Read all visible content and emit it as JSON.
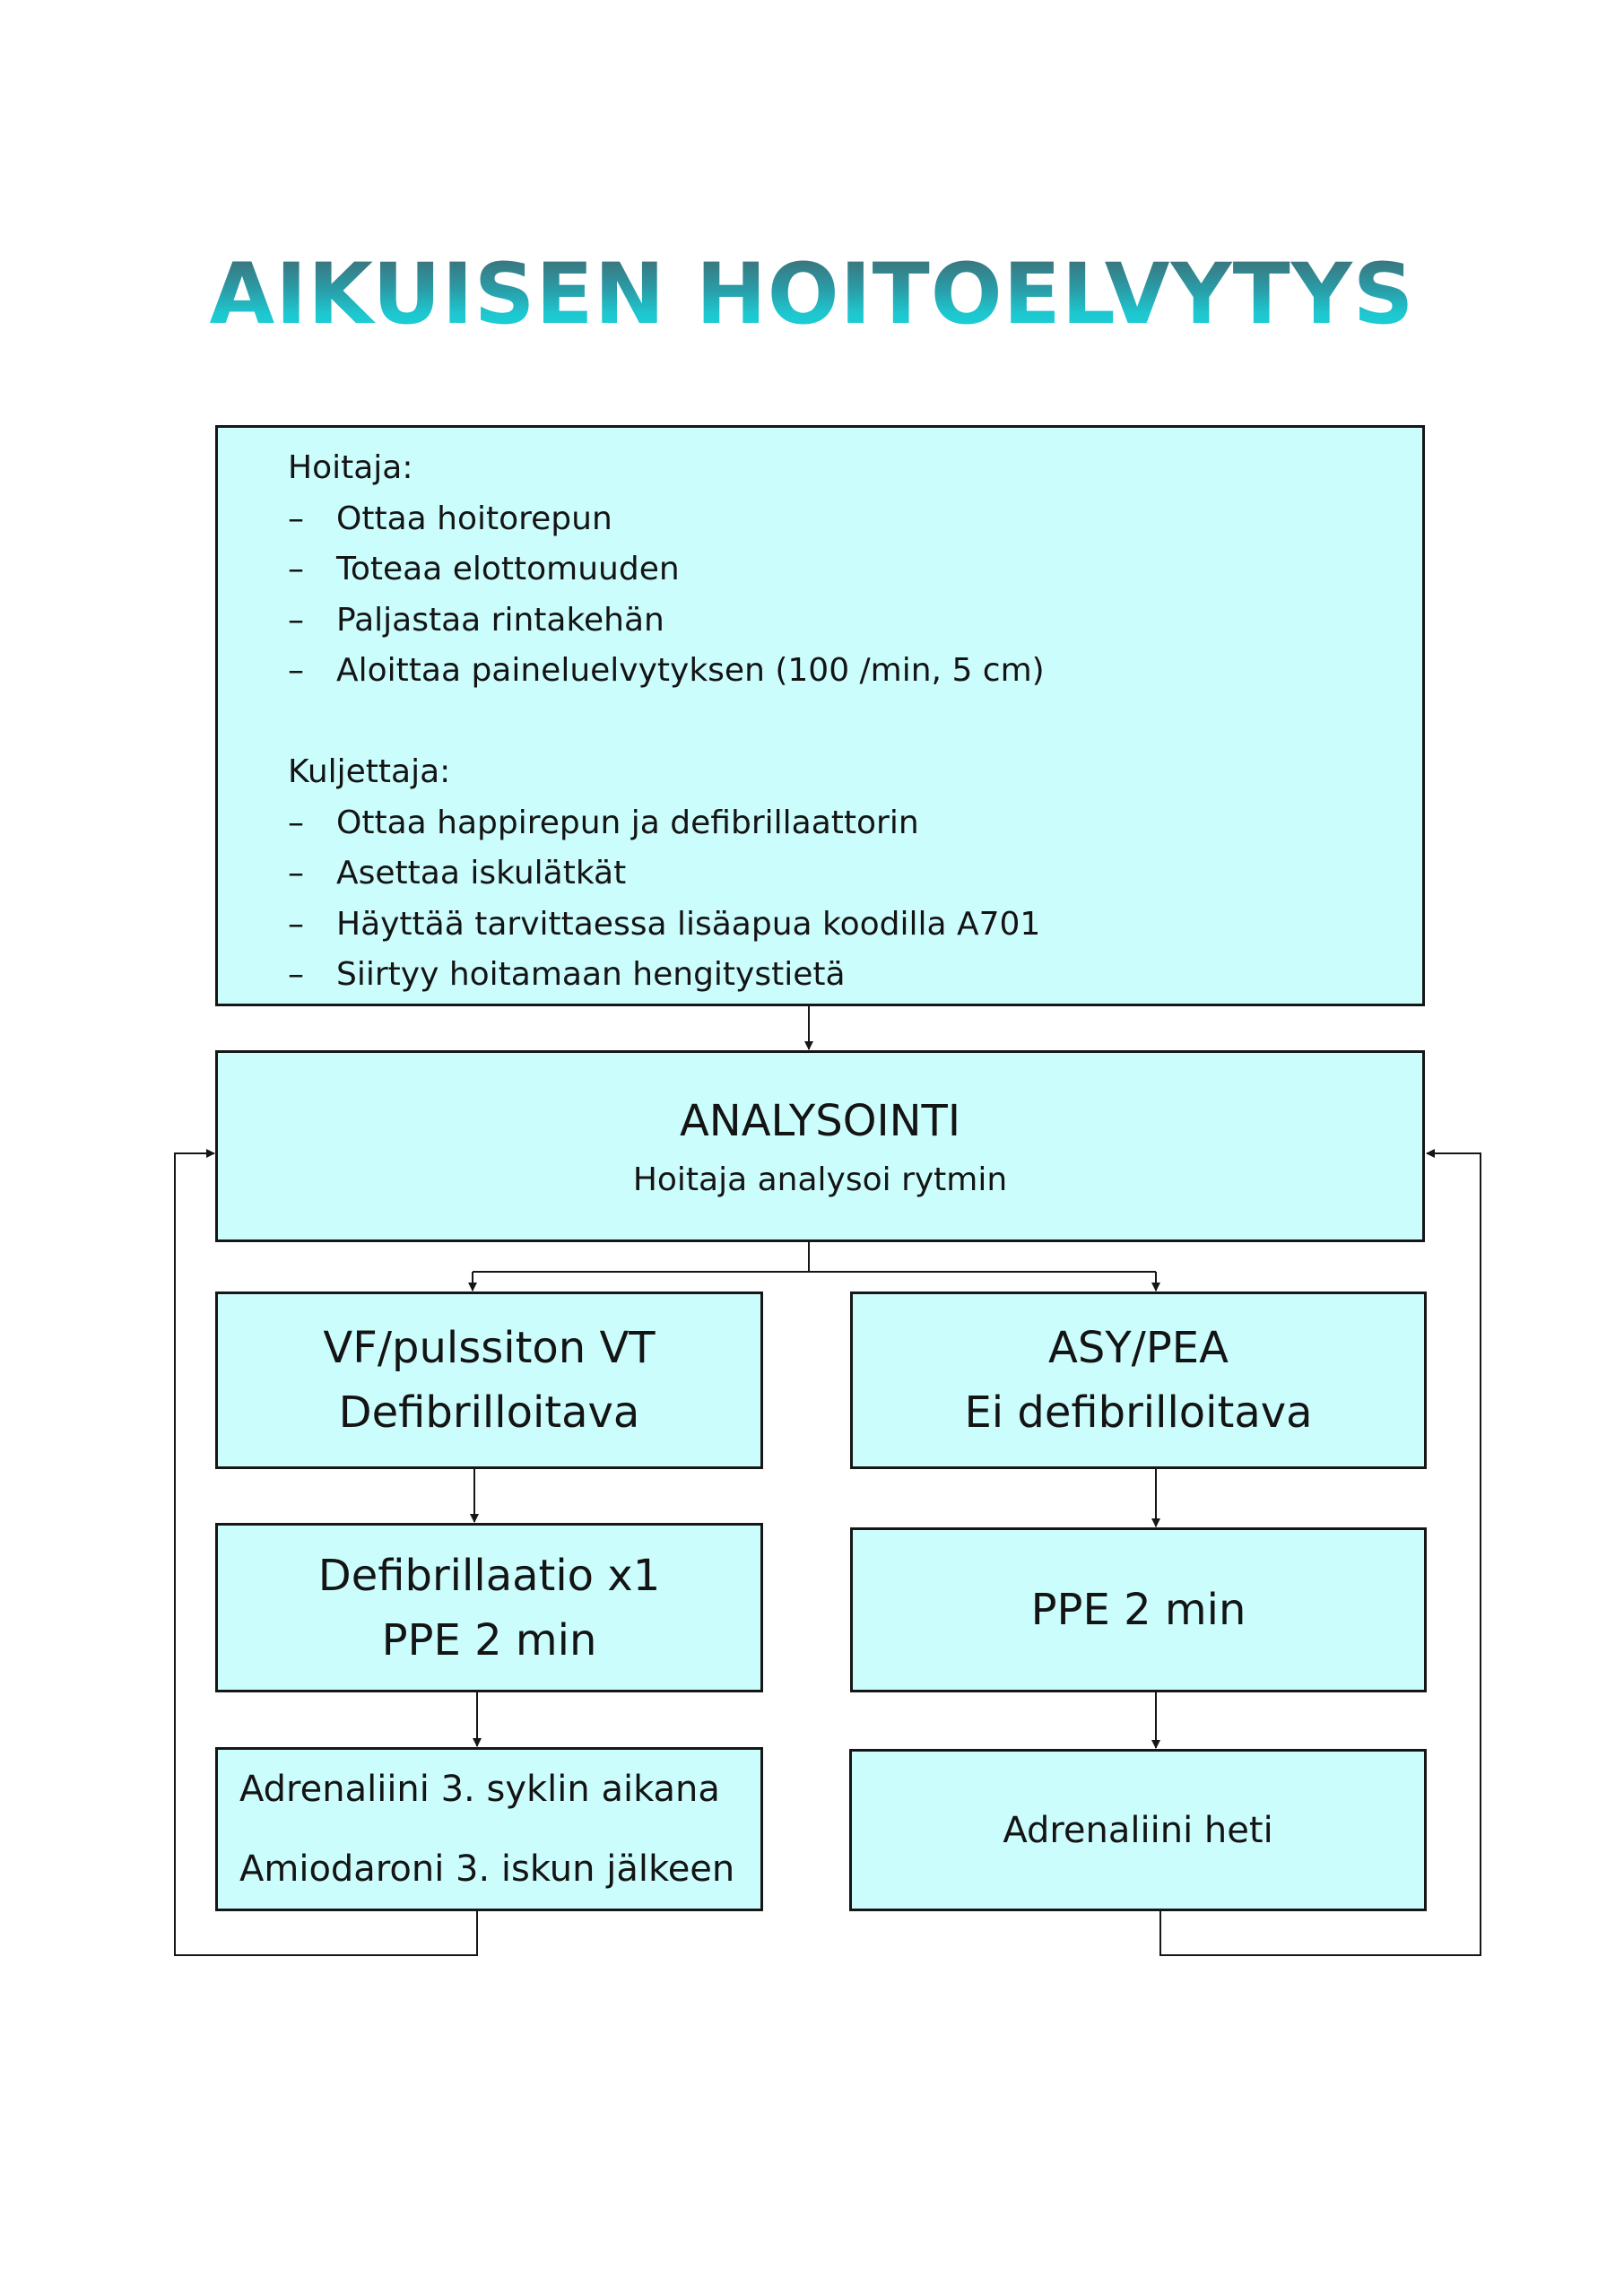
{
  "title": "AIKUISEN HOITOELVYTYS",
  "roles": {
    "nurse": {
      "heading": "Hoitaja:",
      "items": [
        "Ottaa hoitorepun",
        "Toteaa elottomuuden",
        "Paljastaa rintakehän",
        "Aloittaa paineluelvytyksen (100 /min, 5 cm)"
      ]
    },
    "driver": {
      "heading": "Kuljettaja:",
      "items": [
        "Ottaa happirepun ja defibrillaattorin",
        "Asettaa iskulätkät",
        "Häyttää tarvittaessa lisäapua koodilla A701",
        "Siirtyy hoitamaan hengitystietä"
      ]
    },
    "dash": "–"
  },
  "analysis": {
    "title": "ANALYSOINTI",
    "subtitle": "Hoitaja analysoi rytmin"
  },
  "shockable": {
    "rhythm_line1": "VF/pulssiton VT",
    "rhythm_line2": "Defibrilloitava",
    "action_line1": "Defibrillaatio x1",
    "action_line2": "PPE 2 min",
    "drugs_line1": "Adrenaliini 3. syklin aikana",
    "drugs_line2": "Amiodaroni 3. iskun jälkeen"
  },
  "non_shockable": {
    "rhythm_line1": "ASY/PEA",
    "rhythm_line2": "Ei defibrilloitava",
    "action": "PPE 2 min",
    "drugs": "Adrenaliini heti"
  },
  "colors": {
    "box_fill": "#ccfdfd",
    "box_border": "#161616",
    "title_gradient_top": "#3f6c74",
    "title_gradient_bottom": "#17d4dc"
  }
}
